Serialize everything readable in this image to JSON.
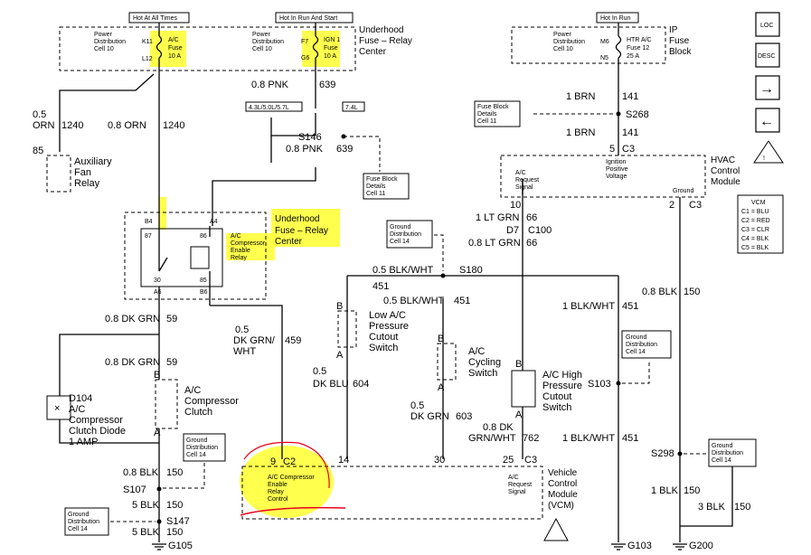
{
  "top_labels": {
    "hot_at_all_times": "Hot At All Times",
    "hot_in_run_and_start": "Hot In Run And Start",
    "hot_in_run": "Hot In Run"
  },
  "underhood_fuse_box": {
    "title_line1": "Underhood",
    "title_line2": "Fuse – Relay",
    "title_line3": "Center",
    "pd_cell_left": [
      "Power",
      "Distribution",
      "Cell 10"
    ],
    "pd_cell_right": [
      "Power",
      "Distribution",
      "Cell 10"
    ],
    "pin_k11": "K11",
    "pin_l12": "L12",
    "pin_f7": "F7",
    "pin_g6": "G6",
    "ac_fuse": [
      "A/C",
      "Fuse",
      "10 A"
    ],
    "ign_fuse": [
      "IGN 1",
      "Fuse",
      "10 A"
    ]
  },
  "ip_fuse_box": {
    "title_line1": "IP",
    "title_line2": "Fuse",
    "title_line3": "Block",
    "pd_cell": [
      "Power",
      "Distribution",
      "Cell 10"
    ],
    "pin_m6": "M6",
    "pin_n5": "N5",
    "fuse": [
      "HTR A/C",
      "Fuse 12",
      "25 A"
    ]
  },
  "nav_buttons": {
    "loc": "LOC",
    "desc": "DESC",
    "next_arrow": "→",
    "prev_arrow": "←"
  },
  "wires": {
    "w_05_orn": [
      "0.5",
      "ORN",
      "1240"
    ],
    "w_08_orn": [
      "0.8 ORN",
      "1240"
    ],
    "w_08_pnk_top": [
      "0.8 PNK",
      "639"
    ],
    "engine_43": "4.3L/5.0L/5.7L",
    "engine_74": "7.4L",
    "s146": "S146",
    "w_08_pnk_mid": [
      "0.8 PNK",
      "639"
    ],
    "w_08_dk_grn_59a": [
      "0.8 DK GRN",
      "59"
    ],
    "w_08_dk_grn_59b": [
      "0.8 DK GRN",
      "59"
    ],
    "w_05_dkgrn_whit": [
      "0.5",
      "DK GRN/",
      "459",
      "WHT"
    ],
    "w_08_blk_150": [
      "0.8 BLK",
      "150"
    ],
    "s107": "S107",
    "w_5_blk_a": [
      "5 BLK",
      "150"
    ],
    "s147": "S147",
    "w_5_blk_b": [
      "5 BLK",
      "150"
    ],
    "g105": "G105",
    "w_1_brn_top": [
      "1 BRN",
      "141"
    ],
    "s268": "S268",
    "w_1_brn_bottom": [
      "1 BRN",
      "141"
    ],
    "c3_top": [
      "5",
      "C3"
    ],
    "w_1_lt_grn": [
      "1 LT GRN",
      "66"
    ],
    "c100": [
      "D7",
      "C100"
    ],
    "w_08_lt_grn": [
      "0.8 LT GRN",
      "66"
    ],
    "w_05_blk_wht_s180": [
      "0.5 BLK/WHT",
      "S180"
    ],
    "n451a": "451",
    "w_05_blk_wht_451": [
      "0.5 BLK/WHT",
      "451"
    ],
    "w_1_blk_wht_451a": [
      "1 BLK/WHT",
      "451"
    ],
    "w_08_blk_150_right": [
      "0.8 BLK",
      "150"
    ],
    "c3_right": [
      "2",
      "C3"
    ],
    "c3_ten": "10",
    "w_05_dk_blu": [
      "0.5",
      "DK BLU",
      "604"
    ],
    "w_05_dk_grn_603": [
      "0.5",
      "DK GRN",
      "603"
    ],
    "w_08_dk_grn_wht": [
      "0.8 DK",
      "GRN/WHT",
      "762"
    ],
    "s103": "S103",
    "w_1_blk_wht_451b": [
      "1 BLK/WHT",
      "451"
    ],
    "s298": "S298",
    "w_1_blk_150": [
      "1 BLK",
      "150"
    ],
    "w_3_blk_150": [
      "3 BLK",
      "150"
    ],
    "g103": "G103",
    "g200": "G200",
    "pin_14": "14",
    "pin_30": "30",
    "pin_25_c3": [
      "25",
      "C3"
    ],
    "pin_9_c2": [
      "9",
      "C2"
    ]
  },
  "components": {
    "aux_fan_relay": [
      "Auxiliary",
      "Fan",
      "Relay"
    ],
    "aux_fan_pin": "85",
    "relay_pins": [
      "B4",
      "A4",
      "87",
      "86",
      "30",
      "85",
      "A6",
      "B6"
    ],
    "relay_name": [
      "A/C",
      "Compressor",
      "Enable",
      "Relay"
    ],
    "relay_box_title": [
      "Underhood",
      "Fuse – Relay",
      "Center"
    ],
    "clutch": [
      "A/C",
      "Compressor",
      "Clutch"
    ],
    "clutch_pins": [
      "B",
      "A"
    ],
    "diode": [
      "D104",
      "A/C",
      "Compressor",
      "Clutch Diode",
      "1 AMP"
    ],
    "low_switch": [
      "Low A/C",
      "Pressure",
      "Cutout",
      "Switch"
    ],
    "low_switch_pins": [
      "B",
      "A"
    ],
    "cycling_switch": [
      "A/C",
      "Cycling",
      "Switch"
    ],
    "cycling_switch_pins": [
      "B",
      "A"
    ],
    "high_switch": [
      "A/C High",
      "Pressure",
      "Cutout",
      "Switch"
    ],
    "high_switch_pins": [
      "B",
      "A"
    ],
    "hvac_module": [
      "HVAC",
      "Control",
      "Module"
    ],
    "hvac_inside": [
      "A/C",
      "Request",
      "Signal"
    ],
    "hvac_ignition": [
      "Ignition",
      "Positive",
      "Voltage"
    ],
    "hvac_ground": "Ground",
    "vcm": [
      "Vehicle",
      "Control",
      "Module",
      "(VCM)"
    ],
    "vcm_relay_ctrl": [
      "A/C Compressor",
      "Enable",
      "Relay",
      "Control"
    ],
    "vcm_request": [
      "A/C",
      "Request",
      "Signal"
    ]
  },
  "references": {
    "fuse_block_details_1": [
      "Fuse Block",
      "Details",
      "Cell 11"
    ],
    "fuse_block_details_2": [
      "Fuse Block",
      "Details",
      "Cell 11"
    ],
    "ground_dist_1": [
      "Ground",
      "Distribution",
      "Cell 14"
    ],
    "ground_dist_2": [
      "Ground",
      "Distribution",
      "Cell 14"
    ],
    "ground_dist_3": [
      "Ground",
      "Distribution",
      "Cell 14"
    ],
    "ground_dist_4": [
      "Ground",
      "Distribution",
      "Cell 14"
    ],
    "ground_dist_5": [
      "Ground",
      "Distribution",
      "Cell 14"
    ]
  },
  "vcm_legend": {
    "title": "VCM",
    "rows": [
      "C1 = BLU",
      "C2 = RED",
      "C3 = CLR",
      "C4 = BLK",
      "C5 = BLK"
    ]
  },
  "colors": {
    "highlight": "#ffff3a",
    "annotation": "#e8001c"
  }
}
